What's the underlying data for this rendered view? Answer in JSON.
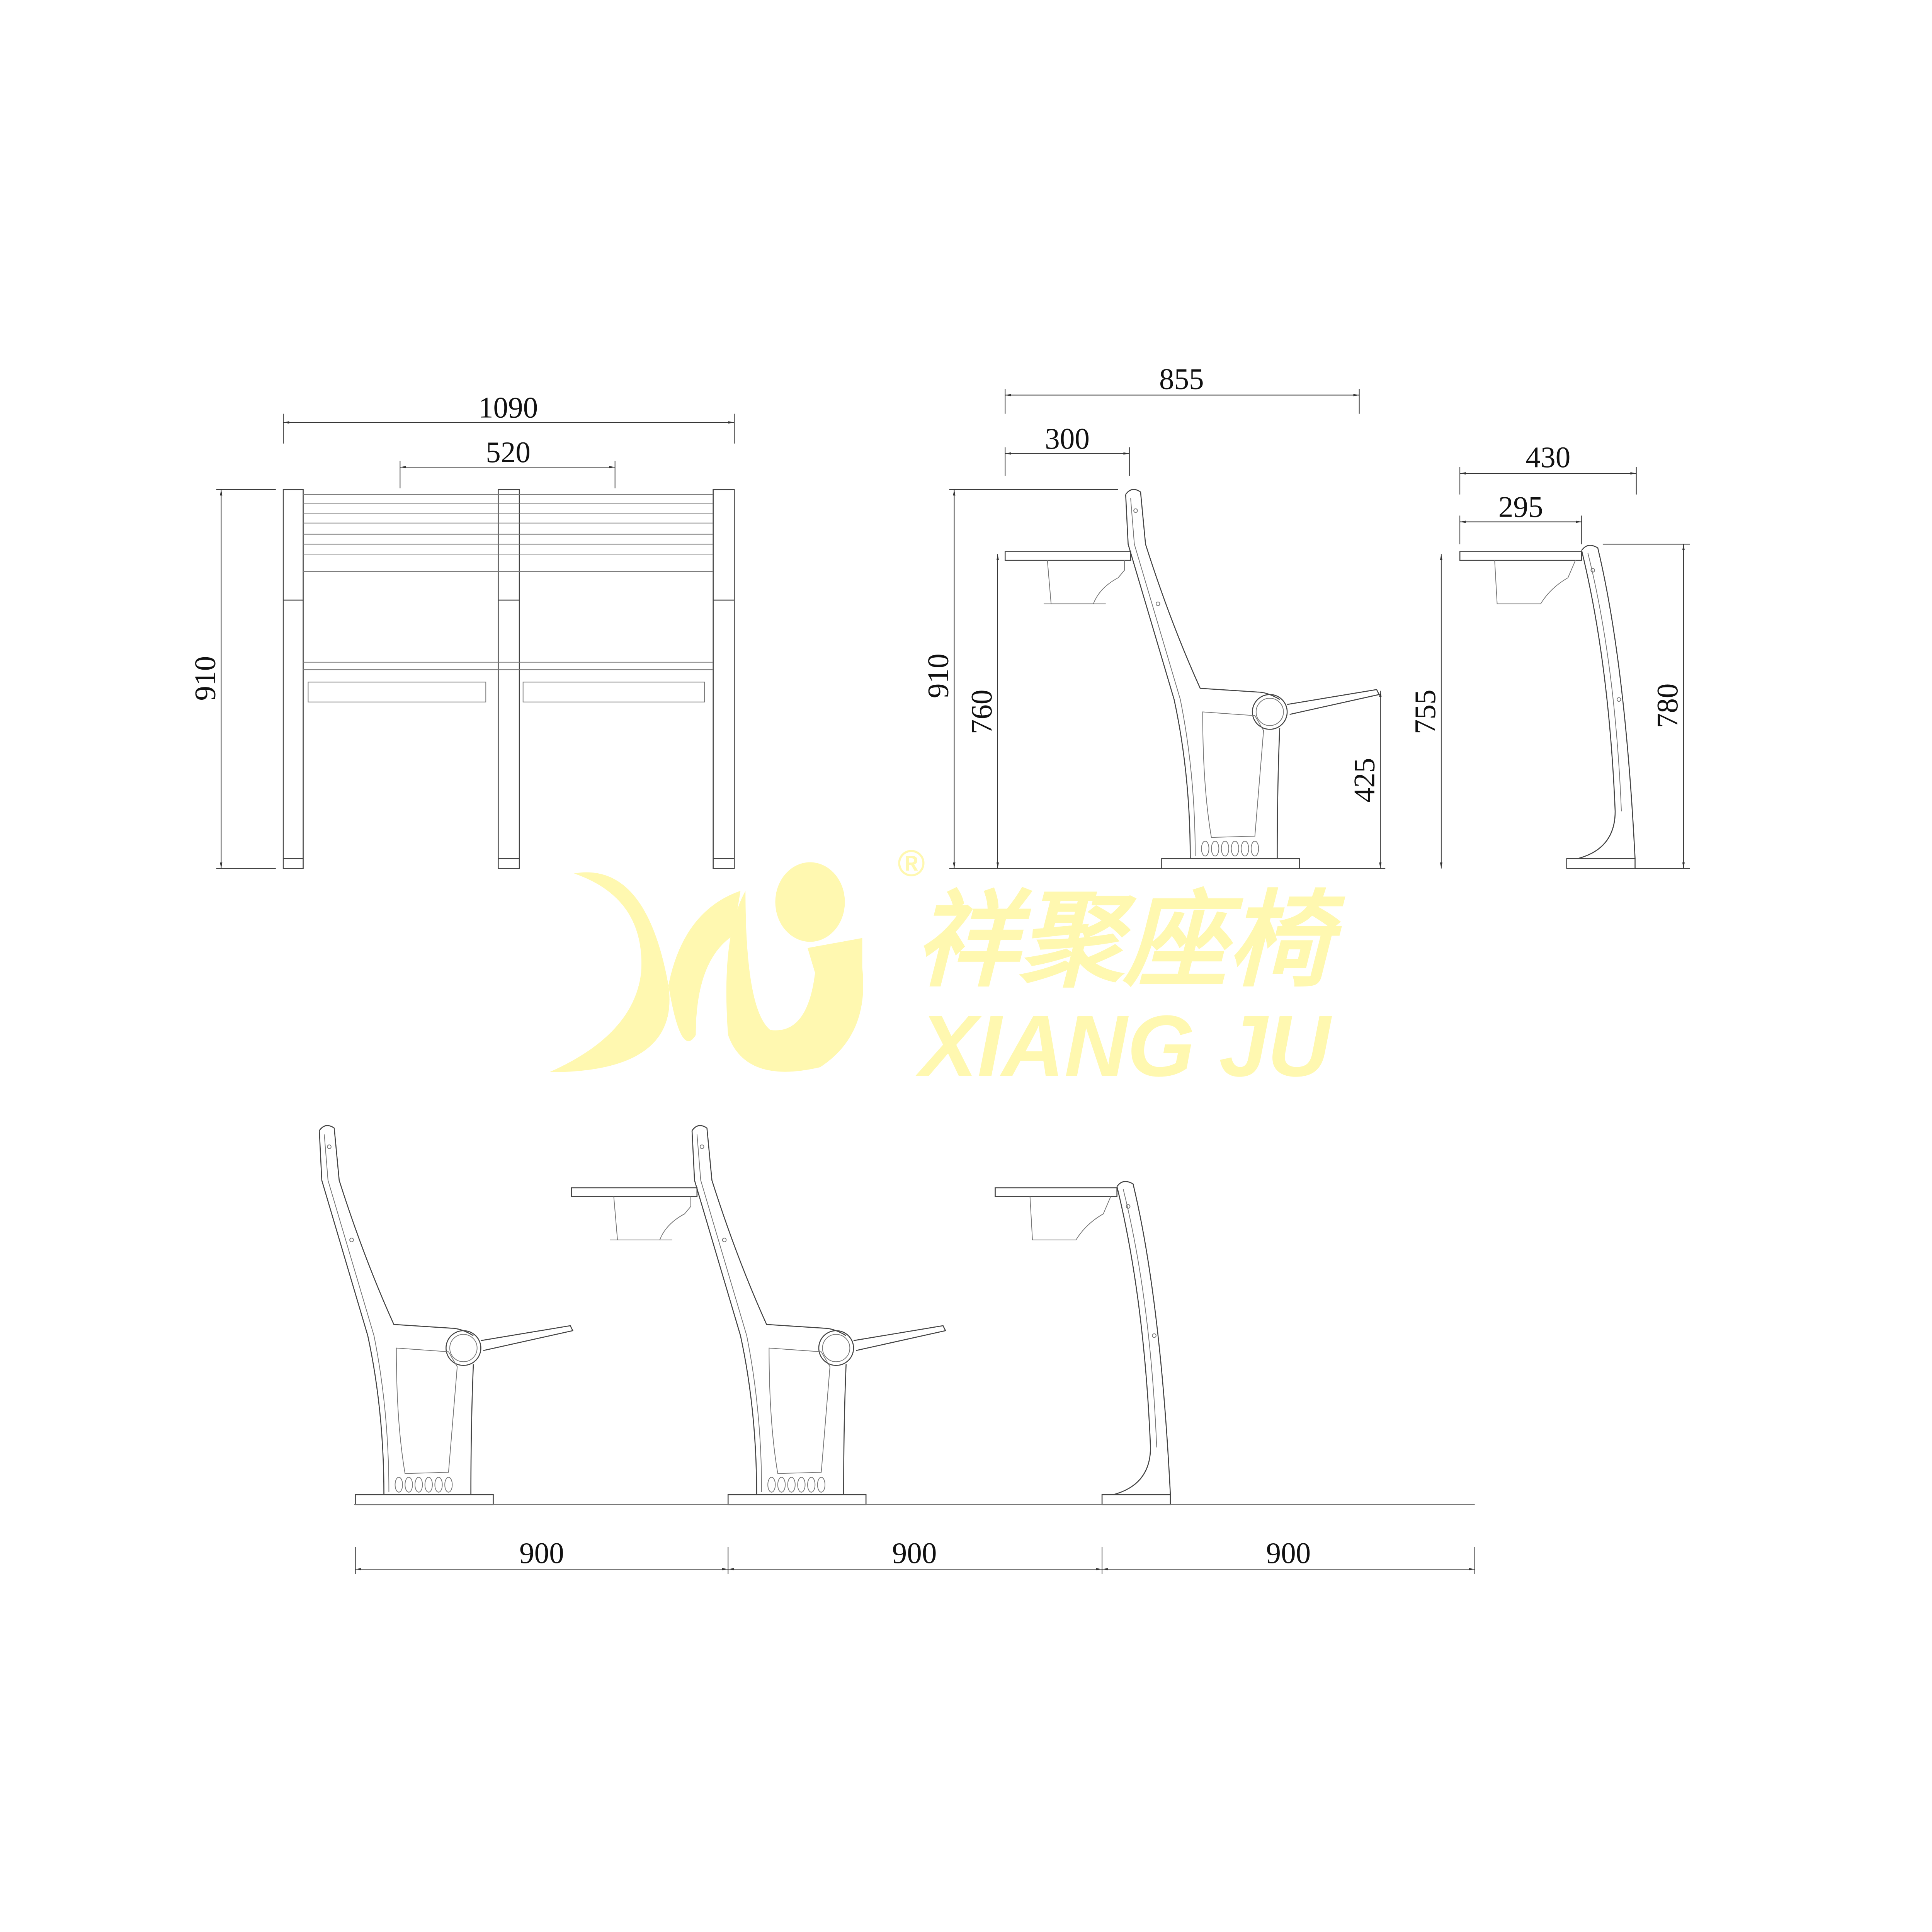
{
  "front_view": {
    "width_total": "1090",
    "width_seat": "520",
    "height": "910"
  },
  "side_view": {
    "depth_total": "855",
    "desk_depth": "300",
    "height": "910",
    "desk_height": "760",
    "seat_height": "425"
  },
  "end_view": {
    "depth_total": "430",
    "desk_depth": "295",
    "desk_height": "755",
    "height": "780"
  },
  "row_elevation": {
    "spacings": [
      "900",
      "900",
      "900"
    ]
  },
  "logo": {
    "chinese_name": "祥聚座椅",
    "english_name": "XIANG JU",
    "registered_mark": "®",
    "color": "#FFF8B0"
  }
}
